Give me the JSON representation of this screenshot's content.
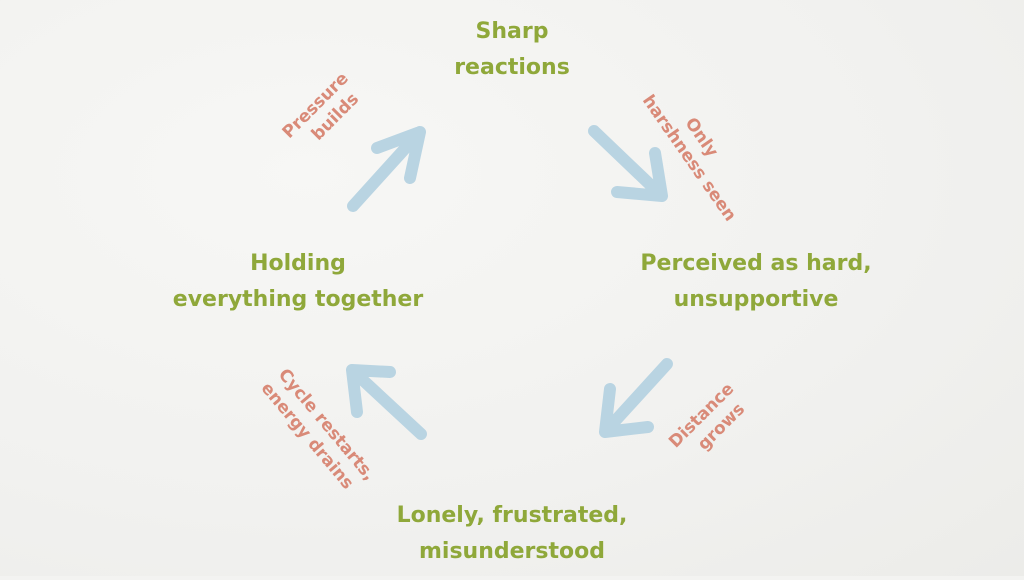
{
  "colors": {
    "node": "#8fa83a",
    "label": "#d98a78",
    "arrow": "#b9d4e2"
  },
  "nodes": {
    "top": [
      "Sharp",
      "reactions"
    ],
    "right": [
      "Perceived as hard,",
      "unsupportive"
    ],
    "bottom": [
      "Lonely, frustrated,",
      "misunderstood"
    ],
    "left": [
      "Holding",
      "everything together"
    ]
  },
  "labels": {
    "pressure": [
      "Pressure",
      "builds"
    ],
    "harshness": [
      "Only",
      "harshness seen"
    ],
    "distance": [
      "Distance",
      "grows"
    ],
    "cycle": [
      "Cycle restarts,",
      "energy drains"
    ]
  }
}
